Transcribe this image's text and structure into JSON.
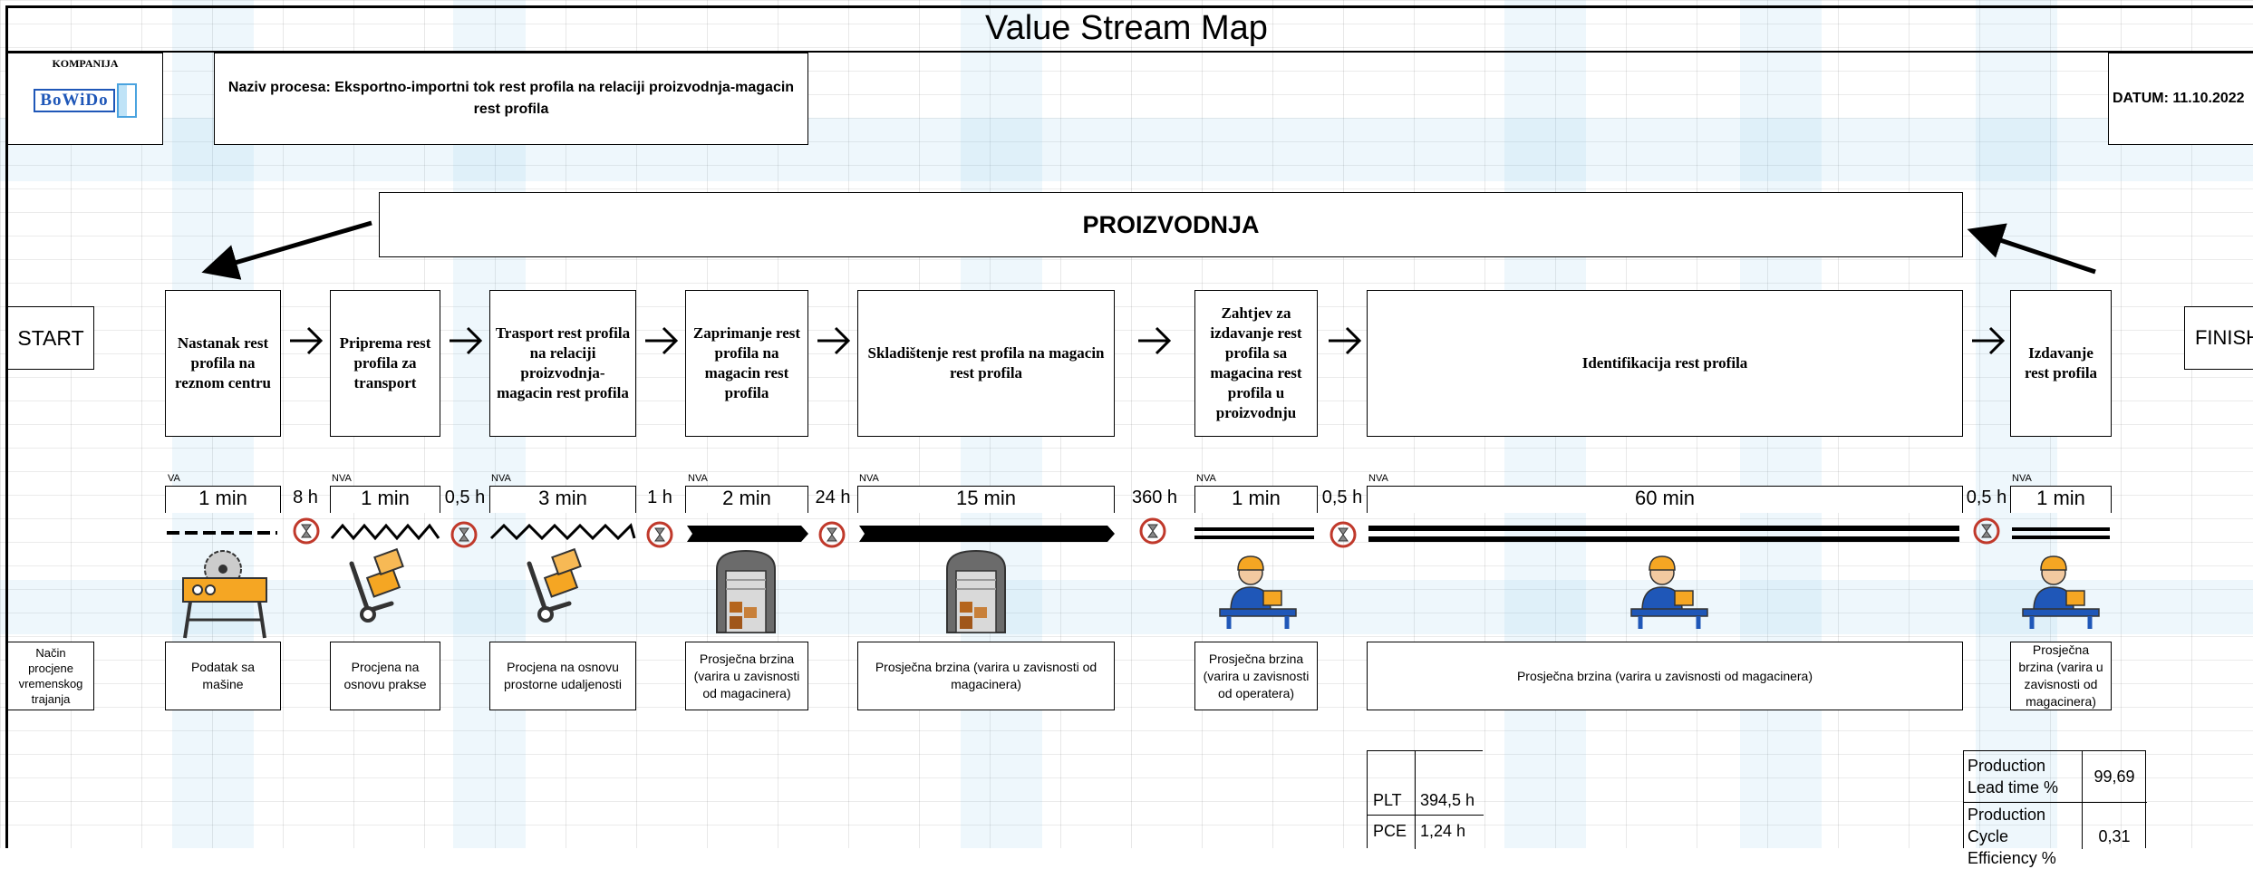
{
  "title": "Value Stream Map",
  "company": {
    "label": "KOMPANIJA",
    "logo_text": "BoWiDo"
  },
  "process_name": "Naziv procesa: Eksportno-importni tok rest profila na relaciji proizvodnja-magacin rest profila",
  "date": "DATUM: 11.10.2022",
  "production_label": "PROIZVODNJA",
  "start_label": "START",
  "finish_label": "FINISH",
  "method_label": "Način procjene vremenskog trajanja",
  "processes": [
    {
      "name": "Nastanak rest profila na reznom centru",
      "type": "VA",
      "time": "1 min",
      "method": "Podatak sa mašine",
      "icon": "saw-machine-icon"
    },
    {
      "name": "Priprema rest profila za transport",
      "type": "NVA",
      "time": "1 min",
      "method": "Procjena na osnovu prakse",
      "icon": "hand-truck-icon"
    },
    {
      "name": "Trasport rest profila na relaciji proizvodnja-magacin rest profila",
      "type": "NVA",
      "time": "3 min",
      "method": "Procjena na osnovu prostorne udaljenosti",
      "icon": "hand-truck-icon"
    },
    {
      "name": "Zaprimanje rest profila na magacin rest profila",
      "type": "NVA",
      "time": "2 min",
      "method": "Prosječna brzina (varira u zavisnosti od magacinera)",
      "icon": "warehouse-icon"
    },
    {
      "name": "Skladištenje rest profila na magacin rest profila",
      "type": "NVA",
      "time": "15 min",
      "method": "Prosječna brzina (varira u zavisnosti od magacinera)",
      "icon": "warehouse-icon"
    },
    {
      "name": "Zahtjev za izdavanje rest profila sa magacina rest profila u proizvodnju",
      "type": "NVA",
      "time": "1 min",
      "method": "Prosječna brzina (varira u zavisnosti od operatera)",
      "icon": "worker-icon"
    },
    {
      "name": "Identifikacija rest profila",
      "type": "NVA",
      "time": "60 min",
      "method": "Prosječna brzina (varira u zavisnosti od magacinera)",
      "icon": "worker-icon"
    },
    {
      "name": "Izdavanje rest profila",
      "type": "NVA",
      "time": "1 min",
      "method": "Prosječna brzina (varira u zavisnosti od magacinera)",
      "icon": "worker-icon"
    }
  ],
  "waits": [
    "8 h",
    "0,5 h",
    "1 h",
    "24 h",
    "360 h",
    "0,5 h",
    "0,5 h"
  ],
  "metrics": {
    "plt_label": "PLT",
    "plt_value": "394,5 h",
    "pce_label": "PCE",
    "pce_value": "1,24 h",
    "lead_label": "Production Lead time %",
    "lead_value": "99,69",
    "eff_label": "Production Cycle Efficiency %",
    "eff_value": "0,31"
  },
  "colors": {
    "accent_blue": "#1f57b8",
    "orange": "#f5a623",
    "timer_red": "#c0392b",
    "watermark": "#7cc0ea"
  }
}
